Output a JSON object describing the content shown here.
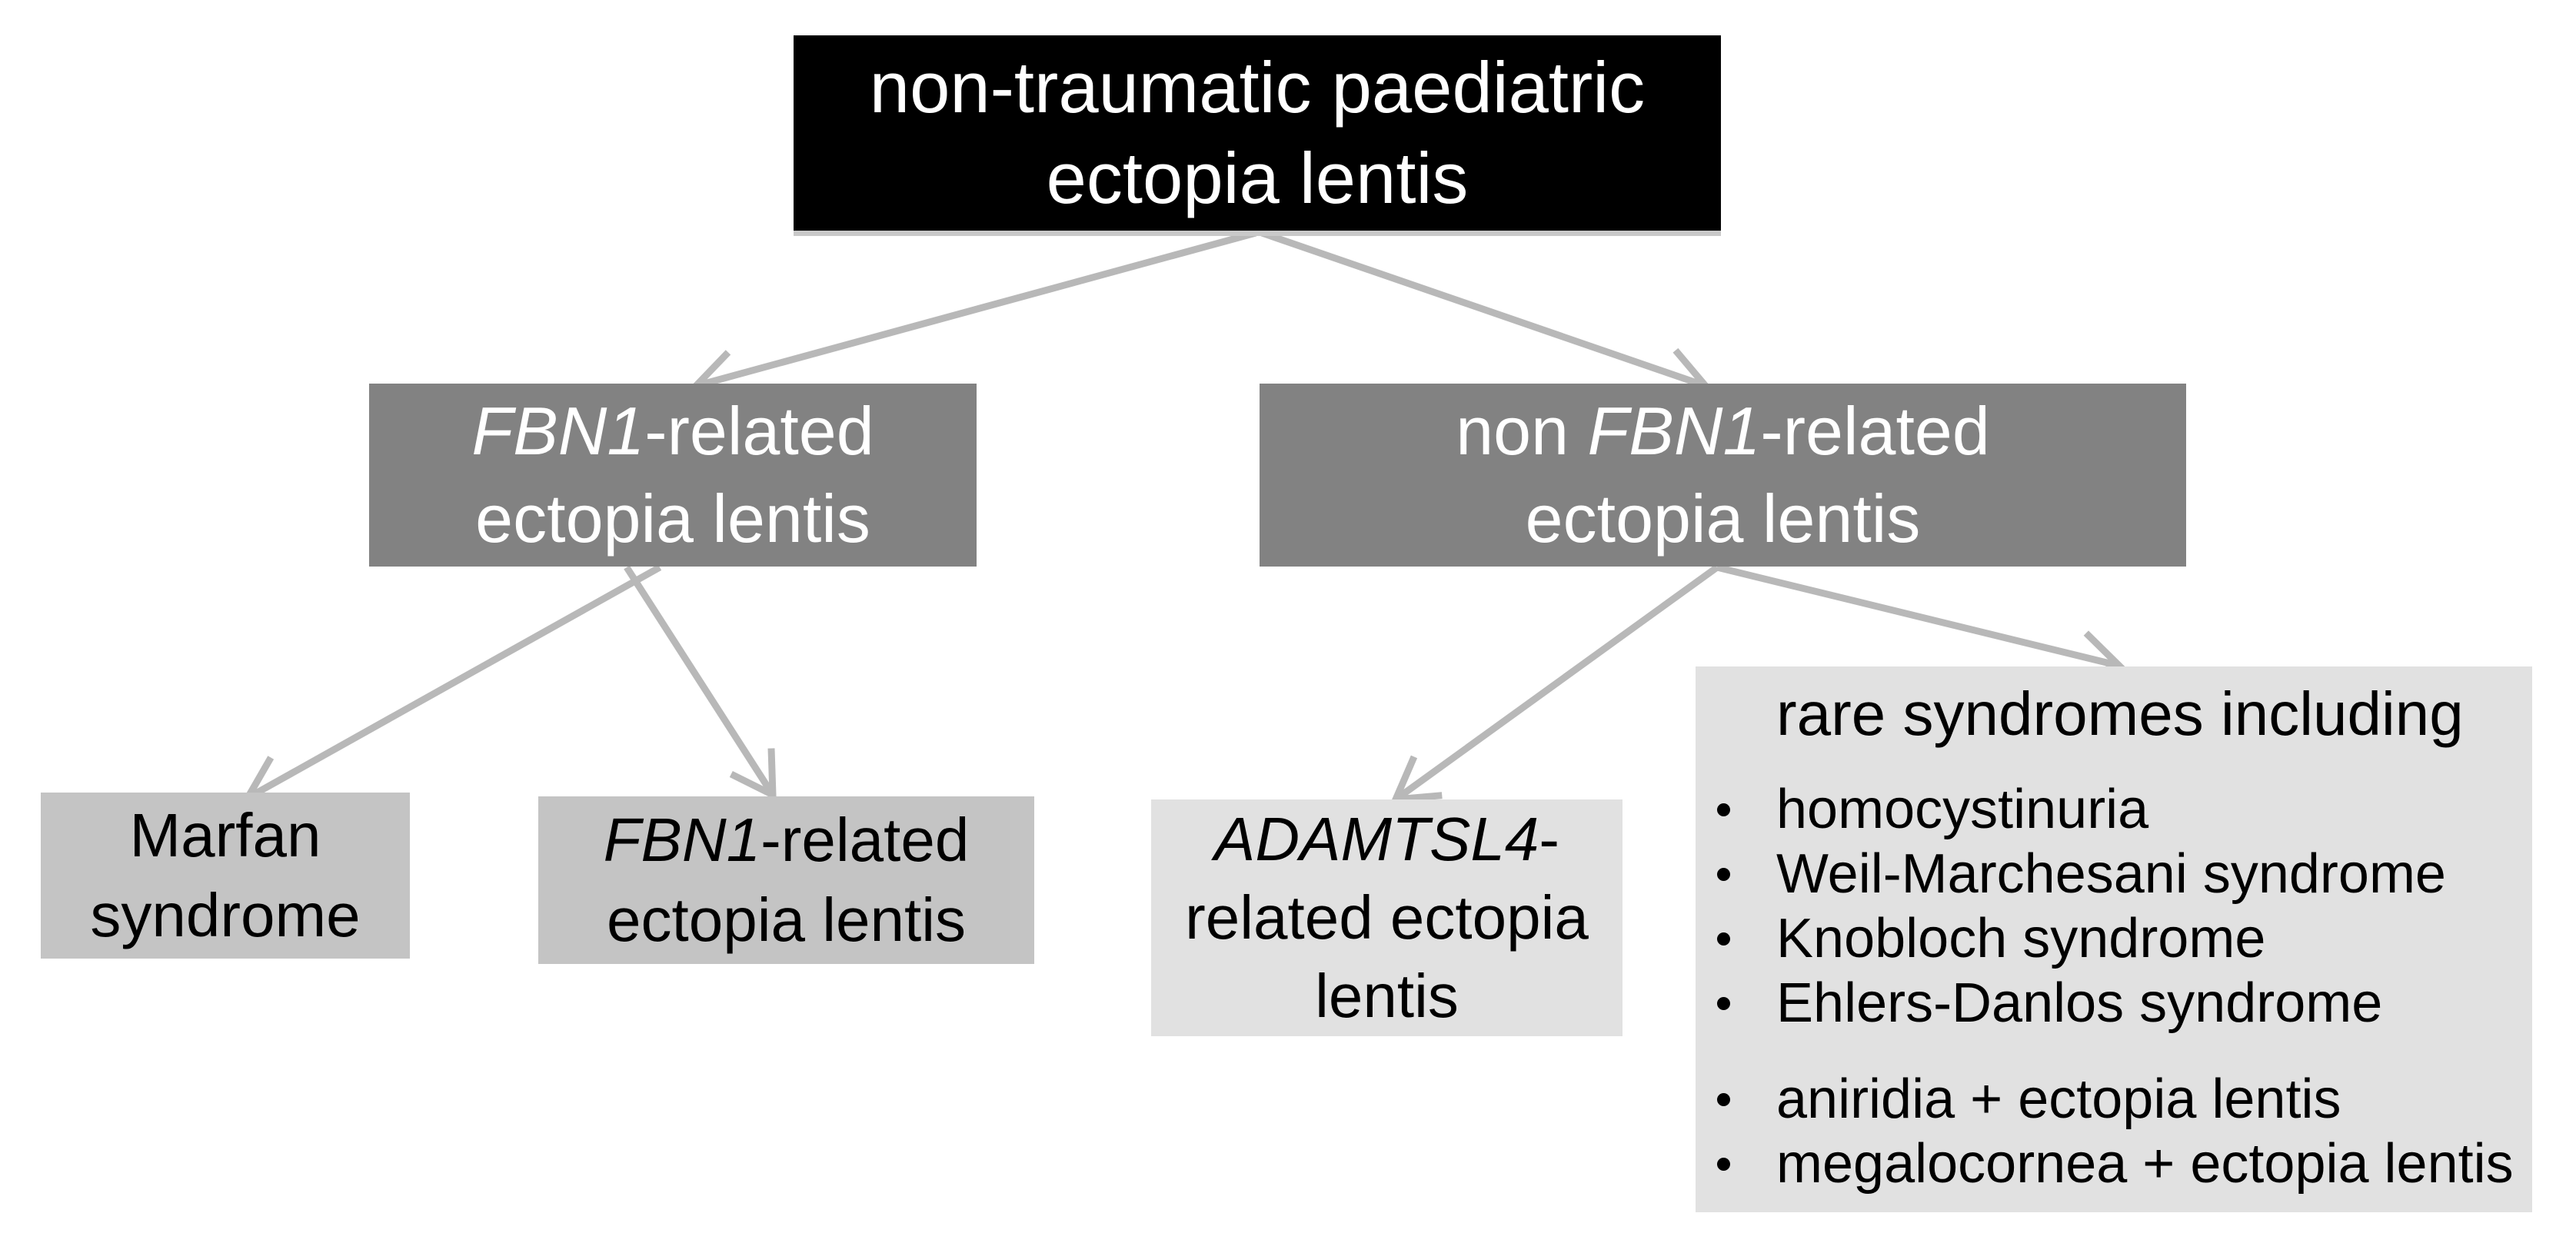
{
  "theme_colors": {
    "canvas_bg": "#ffffff",
    "root_box_bg": "#000000",
    "root_box_text": "#ffffff",
    "root_box_underline": "#c9c9c9",
    "level2_box_bg": "#828282",
    "level2_box_text": "#ffffff",
    "level3_box_bg": "#c4c4c4",
    "level4_box_bg": "#e1e1e1",
    "dark_text": "#000000",
    "arrow_color": "#b8b8b8"
  },
  "diagram": {
    "root": {
      "line1": "non-traumatic paediatric",
      "line2": "ectopia lentis"
    },
    "fbn1_branch": {
      "gene": "FBN1",
      "suffix": "-related",
      "line2": "ectopia lentis"
    },
    "non_fbn1_branch": {
      "prefix": "non ",
      "gene": "FBN1",
      "suffix": "-related",
      "line2": "ectopia lentis"
    },
    "marfan": {
      "line1": "Marfan",
      "line2": "syndrome"
    },
    "fbn1_el": {
      "gene": "FBN1",
      "suffix": "-related",
      "line2": "ectopia lentis"
    },
    "adamtsl4": {
      "gene": "ADAMTSL4",
      "suffix": "-",
      "line2": "related ectopia",
      "line3": "lentis"
    },
    "rare": {
      "heading": "rare syndromes including",
      "items": [
        "homocystinuria",
        "Weil-Marchesani syndrome",
        "Knobloch syndrome",
        "Ehlers-Danlos syndrome",
        "aniridia + ectopia lentis",
        "megalocornea + ectopia lentis"
      ]
    }
  }
}
